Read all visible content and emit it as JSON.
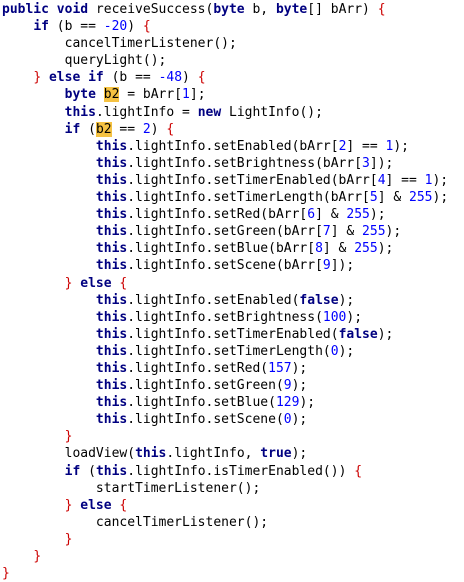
{
  "editor": {
    "language": "java",
    "colors": {
      "background": "#ffffff",
      "keyword": "#000080",
      "number": "#0000ff",
      "brace": "#cc0000",
      "highlight": "#f5c242",
      "text": "#000000"
    },
    "lines": [
      [
        {
          "t": "kw",
          "v": "public void"
        },
        {
          "t": "plain",
          "v": " receiveSuccess("
        },
        {
          "t": "kw",
          "v": "byte"
        },
        {
          "t": "plain",
          "v": " b, "
        },
        {
          "t": "kw",
          "v": "byte"
        },
        {
          "t": "plain",
          "v": "[] bArr) "
        },
        {
          "t": "red",
          "v": "{"
        }
      ],
      [
        {
          "t": "plain",
          "v": "    "
        },
        {
          "t": "kw",
          "v": "if"
        },
        {
          "t": "plain",
          "v": " (b == "
        },
        {
          "t": "num",
          "v": "-20"
        },
        {
          "t": "plain",
          "v": ") "
        },
        {
          "t": "red",
          "v": "{"
        }
      ],
      [
        {
          "t": "plain",
          "v": "        cancelTimerListener();"
        }
      ],
      [
        {
          "t": "plain",
          "v": "        queryLight();"
        }
      ],
      [
        {
          "t": "plain",
          "v": "    "
        },
        {
          "t": "red",
          "v": "}"
        },
        {
          "t": "plain",
          "v": " "
        },
        {
          "t": "kw",
          "v": "else if"
        },
        {
          "t": "plain",
          "v": " (b == "
        },
        {
          "t": "num",
          "v": "-48"
        },
        {
          "t": "plain",
          "v": ") "
        },
        {
          "t": "red",
          "v": "{"
        }
      ],
      [
        {
          "t": "plain",
          "v": "        "
        },
        {
          "t": "kw",
          "v": "byte"
        },
        {
          "t": "plain",
          "v": " "
        },
        {
          "t": "hl",
          "v": "b2"
        },
        {
          "t": "plain",
          "v": " = bArr["
        },
        {
          "t": "num",
          "v": "1"
        },
        {
          "t": "plain",
          "v": "];"
        }
      ],
      [
        {
          "t": "plain",
          "v": "        "
        },
        {
          "t": "kw",
          "v": "this"
        },
        {
          "t": "plain",
          "v": ".lightInfo = "
        },
        {
          "t": "kw",
          "v": "new"
        },
        {
          "t": "plain",
          "v": " LightInfo();"
        }
      ],
      [
        {
          "t": "plain",
          "v": "        "
        },
        {
          "t": "kw",
          "v": "if"
        },
        {
          "t": "plain",
          "v": " ("
        },
        {
          "t": "hl",
          "v": "b2"
        },
        {
          "t": "plain",
          "v": " == "
        },
        {
          "t": "num",
          "v": "2"
        },
        {
          "t": "plain",
          "v": ") "
        },
        {
          "t": "red",
          "v": "{"
        }
      ],
      [
        {
          "t": "plain",
          "v": "            "
        },
        {
          "t": "kw",
          "v": "this"
        },
        {
          "t": "plain",
          "v": ".lightInfo.setEnabled(bArr["
        },
        {
          "t": "num",
          "v": "2"
        },
        {
          "t": "plain",
          "v": "] == "
        },
        {
          "t": "num",
          "v": "1"
        },
        {
          "t": "plain",
          "v": ");"
        }
      ],
      [
        {
          "t": "plain",
          "v": "            "
        },
        {
          "t": "kw",
          "v": "this"
        },
        {
          "t": "plain",
          "v": ".lightInfo.setBrightness(bArr["
        },
        {
          "t": "num",
          "v": "3"
        },
        {
          "t": "plain",
          "v": "]);"
        }
      ],
      [
        {
          "t": "plain",
          "v": "            "
        },
        {
          "t": "kw",
          "v": "this"
        },
        {
          "t": "plain",
          "v": ".lightInfo.setTimerEnabled(bArr["
        },
        {
          "t": "num",
          "v": "4"
        },
        {
          "t": "plain",
          "v": "] == "
        },
        {
          "t": "num",
          "v": "1"
        },
        {
          "t": "plain",
          "v": ");"
        }
      ],
      [
        {
          "t": "plain",
          "v": "            "
        },
        {
          "t": "kw",
          "v": "this"
        },
        {
          "t": "plain",
          "v": ".lightInfo.setTimerLength(bArr["
        },
        {
          "t": "num",
          "v": "5"
        },
        {
          "t": "plain",
          "v": "] & "
        },
        {
          "t": "num",
          "v": "255"
        },
        {
          "t": "plain",
          "v": ");"
        }
      ],
      [
        {
          "t": "plain",
          "v": "            "
        },
        {
          "t": "kw",
          "v": "this"
        },
        {
          "t": "plain",
          "v": ".lightInfo.setRed(bArr["
        },
        {
          "t": "num",
          "v": "6"
        },
        {
          "t": "plain",
          "v": "] & "
        },
        {
          "t": "num",
          "v": "255"
        },
        {
          "t": "plain",
          "v": ");"
        }
      ],
      [
        {
          "t": "plain",
          "v": "            "
        },
        {
          "t": "kw",
          "v": "this"
        },
        {
          "t": "plain",
          "v": ".lightInfo.setGreen(bArr["
        },
        {
          "t": "num",
          "v": "7"
        },
        {
          "t": "plain",
          "v": "] & "
        },
        {
          "t": "num",
          "v": "255"
        },
        {
          "t": "plain",
          "v": ");"
        }
      ],
      [
        {
          "t": "plain",
          "v": "            "
        },
        {
          "t": "kw",
          "v": "this"
        },
        {
          "t": "plain",
          "v": ".lightInfo.setBlue(bArr["
        },
        {
          "t": "num",
          "v": "8"
        },
        {
          "t": "plain",
          "v": "] & "
        },
        {
          "t": "num",
          "v": "255"
        },
        {
          "t": "plain",
          "v": ");"
        }
      ],
      [
        {
          "t": "plain",
          "v": "            "
        },
        {
          "t": "kw",
          "v": "this"
        },
        {
          "t": "plain",
          "v": ".lightInfo.setScene(bArr["
        },
        {
          "t": "num",
          "v": "9"
        },
        {
          "t": "plain",
          "v": "]);"
        }
      ],
      [
        {
          "t": "plain",
          "v": "        "
        },
        {
          "t": "red",
          "v": "}"
        },
        {
          "t": "plain",
          "v": " "
        },
        {
          "t": "kw",
          "v": "else"
        },
        {
          "t": "plain",
          "v": " "
        },
        {
          "t": "red",
          "v": "{"
        }
      ],
      [
        {
          "t": "plain",
          "v": "            "
        },
        {
          "t": "kw",
          "v": "this"
        },
        {
          "t": "plain",
          "v": ".lightInfo.setEnabled("
        },
        {
          "t": "kw",
          "v": "false"
        },
        {
          "t": "plain",
          "v": ");"
        }
      ],
      [
        {
          "t": "plain",
          "v": "            "
        },
        {
          "t": "kw",
          "v": "this"
        },
        {
          "t": "plain",
          "v": ".lightInfo.setBrightness("
        },
        {
          "t": "num",
          "v": "100"
        },
        {
          "t": "plain",
          "v": ");"
        }
      ],
      [
        {
          "t": "plain",
          "v": "            "
        },
        {
          "t": "kw",
          "v": "this"
        },
        {
          "t": "plain",
          "v": ".lightInfo.setTimerEnabled("
        },
        {
          "t": "kw",
          "v": "false"
        },
        {
          "t": "plain",
          "v": ");"
        }
      ],
      [
        {
          "t": "plain",
          "v": "            "
        },
        {
          "t": "kw",
          "v": "this"
        },
        {
          "t": "plain",
          "v": ".lightInfo.setTimerLength("
        },
        {
          "t": "num",
          "v": "0"
        },
        {
          "t": "plain",
          "v": ");"
        }
      ],
      [
        {
          "t": "plain",
          "v": "            "
        },
        {
          "t": "kw",
          "v": "this"
        },
        {
          "t": "plain",
          "v": ".lightInfo.setRed("
        },
        {
          "t": "num",
          "v": "157"
        },
        {
          "t": "plain",
          "v": ");"
        }
      ],
      [
        {
          "t": "plain",
          "v": "            "
        },
        {
          "t": "kw",
          "v": "this"
        },
        {
          "t": "plain",
          "v": ".lightInfo.setGreen("
        },
        {
          "t": "num",
          "v": "9"
        },
        {
          "t": "plain",
          "v": ");"
        }
      ],
      [
        {
          "t": "plain",
          "v": "            "
        },
        {
          "t": "kw",
          "v": "this"
        },
        {
          "t": "plain",
          "v": ".lightInfo.setBlue("
        },
        {
          "t": "num",
          "v": "129"
        },
        {
          "t": "plain",
          "v": ");"
        }
      ],
      [
        {
          "t": "plain",
          "v": "            "
        },
        {
          "t": "kw",
          "v": "this"
        },
        {
          "t": "plain",
          "v": ".lightInfo.setScene("
        },
        {
          "t": "num",
          "v": "0"
        },
        {
          "t": "plain",
          "v": ");"
        }
      ],
      [
        {
          "t": "plain",
          "v": "        "
        },
        {
          "t": "red",
          "v": "}"
        }
      ],
      [
        {
          "t": "plain",
          "v": "        loadView("
        },
        {
          "t": "kw",
          "v": "this"
        },
        {
          "t": "plain",
          "v": ".lightInfo, "
        },
        {
          "t": "kw",
          "v": "true"
        },
        {
          "t": "plain",
          "v": ");"
        }
      ],
      [
        {
          "t": "plain",
          "v": "        "
        },
        {
          "t": "kw",
          "v": "if"
        },
        {
          "t": "plain",
          "v": " ("
        },
        {
          "t": "kw",
          "v": "this"
        },
        {
          "t": "plain",
          "v": ".lightInfo.isTimerEnabled()) "
        },
        {
          "t": "red",
          "v": "{"
        }
      ],
      [
        {
          "t": "plain",
          "v": "            startTimerListener();"
        }
      ],
      [
        {
          "t": "plain",
          "v": "        "
        },
        {
          "t": "red",
          "v": "}"
        },
        {
          "t": "plain",
          "v": " "
        },
        {
          "t": "kw",
          "v": "else"
        },
        {
          "t": "plain",
          "v": " "
        },
        {
          "t": "red",
          "v": "{"
        }
      ],
      [
        {
          "t": "plain",
          "v": "            cancelTimerListener();"
        }
      ],
      [
        {
          "t": "plain",
          "v": "        "
        },
        {
          "t": "red",
          "v": "}"
        }
      ],
      [
        {
          "t": "plain",
          "v": "    "
        },
        {
          "t": "red",
          "v": "}"
        }
      ],
      [
        {
          "t": "red",
          "v": "}"
        }
      ]
    ]
  }
}
